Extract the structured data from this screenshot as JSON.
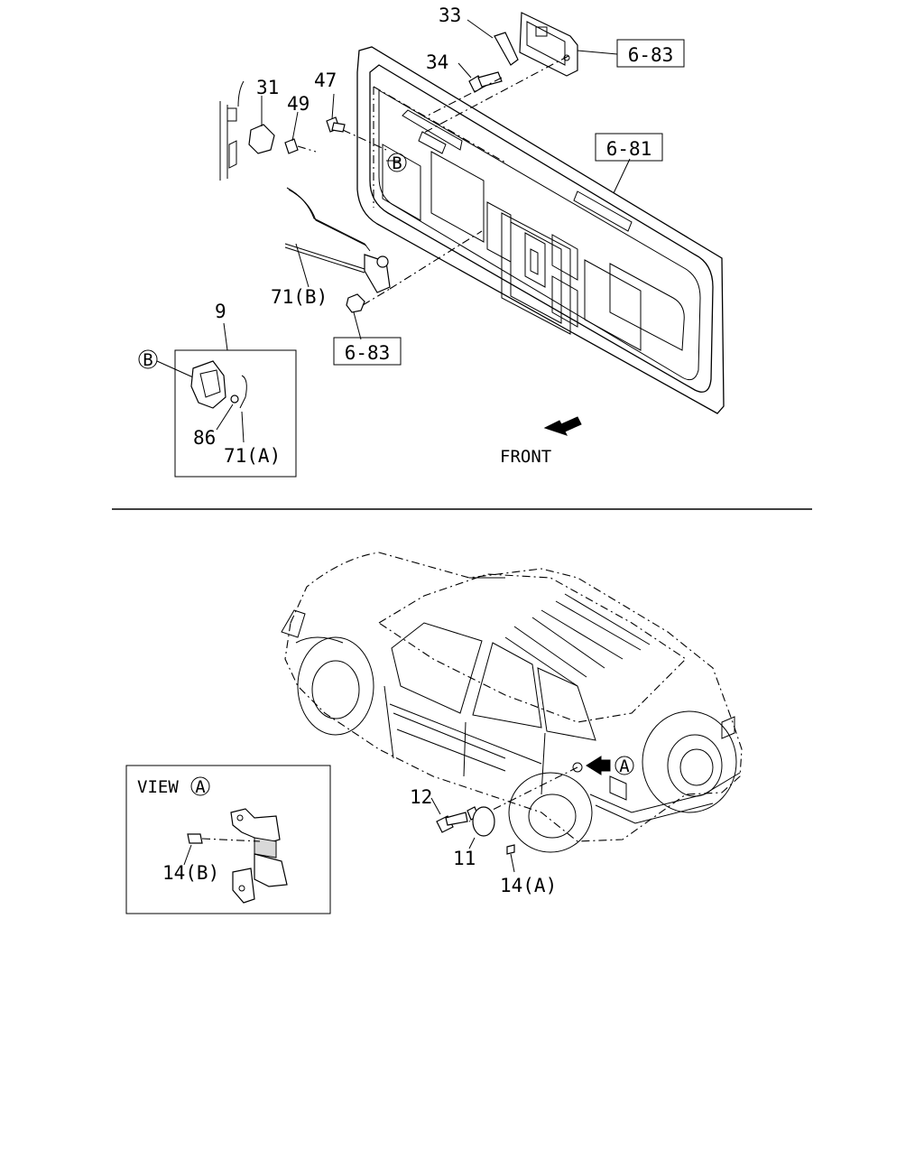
{
  "callouts": {
    "c33": "33",
    "c34": "34",
    "c31": "31",
    "c47": "47",
    "c49": "49",
    "c71b": "71(B)",
    "c9": "9",
    "c86": "86",
    "c71a": "71(A)",
    "c12": "12",
    "c11": "11",
    "c14a": "14(A)",
    "c14b": "14(B)"
  },
  "refs": {
    "r683_top": "6-83",
    "r681": "6-81",
    "r683_mid": "6-83"
  },
  "circled": {
    "b_door": "B",
    "b_box": "B",
    "a_car": "A",
    "a_view": "A"
  },
  "text": {
    "front": "FRONT",
    "view": "VIEW"
  }
}
